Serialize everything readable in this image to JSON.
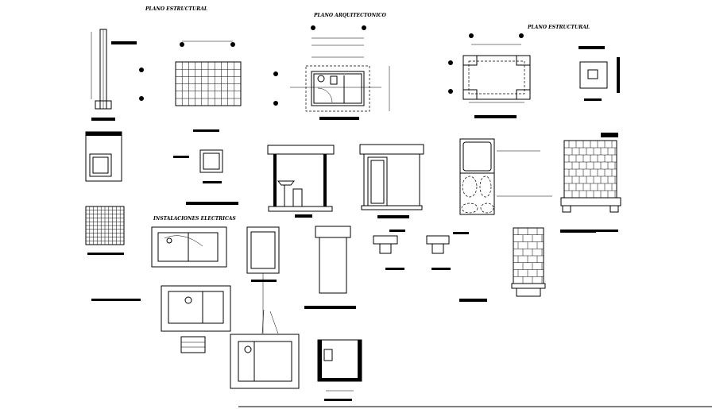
{
  "titles": {
    "structural_left": "PLANO ESTRUCTURAL",
    "architectural": "PLANO ARQUITECTONICO",
    "structural_right": "PLANO ESTRUCTURAL",
    "electrical": "INSTALACIONES ELECTRICAS"
  },
  "colors": {
    "background": "#ffffff",
    "lines": "#000000"
  }
}
